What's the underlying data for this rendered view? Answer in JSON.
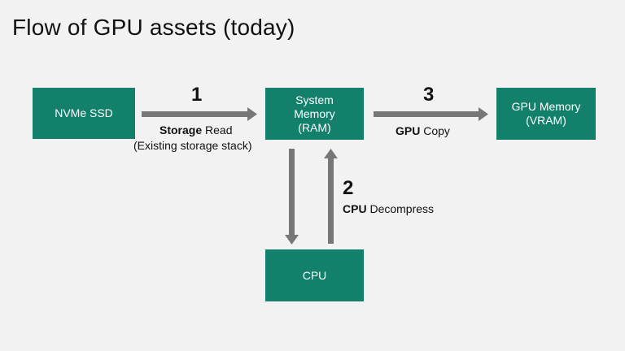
{
  "slide": {
    "title": "Flow of GPU assets (today)"
  },
  "boxes": {
    "nvme": "NVMe SSD",
    "ram": "System\nMemory\n(RAM)",
    "vram": "GPU Memory\n(VRAM)",
    "cpu": "CPU"
  },
  "steps": {
    "step1": {
      "number": "1",
      "bold": "Storage",
      "text": " Read",
      "subtext": "(Existing storage stack)"
    },
    "step2": {
      "number": "2",
      "bold": "CPU",
      "text": " Decompress"
    },
    "step3": {
      "number": "3",
      "bold": "GPU",
      "text": " Copy"
    }
  },
  "colors": {
    "box_fill": "#12806b",
    "arrow": "#777777",
    "background": "#f2f2f2"
  }
}
